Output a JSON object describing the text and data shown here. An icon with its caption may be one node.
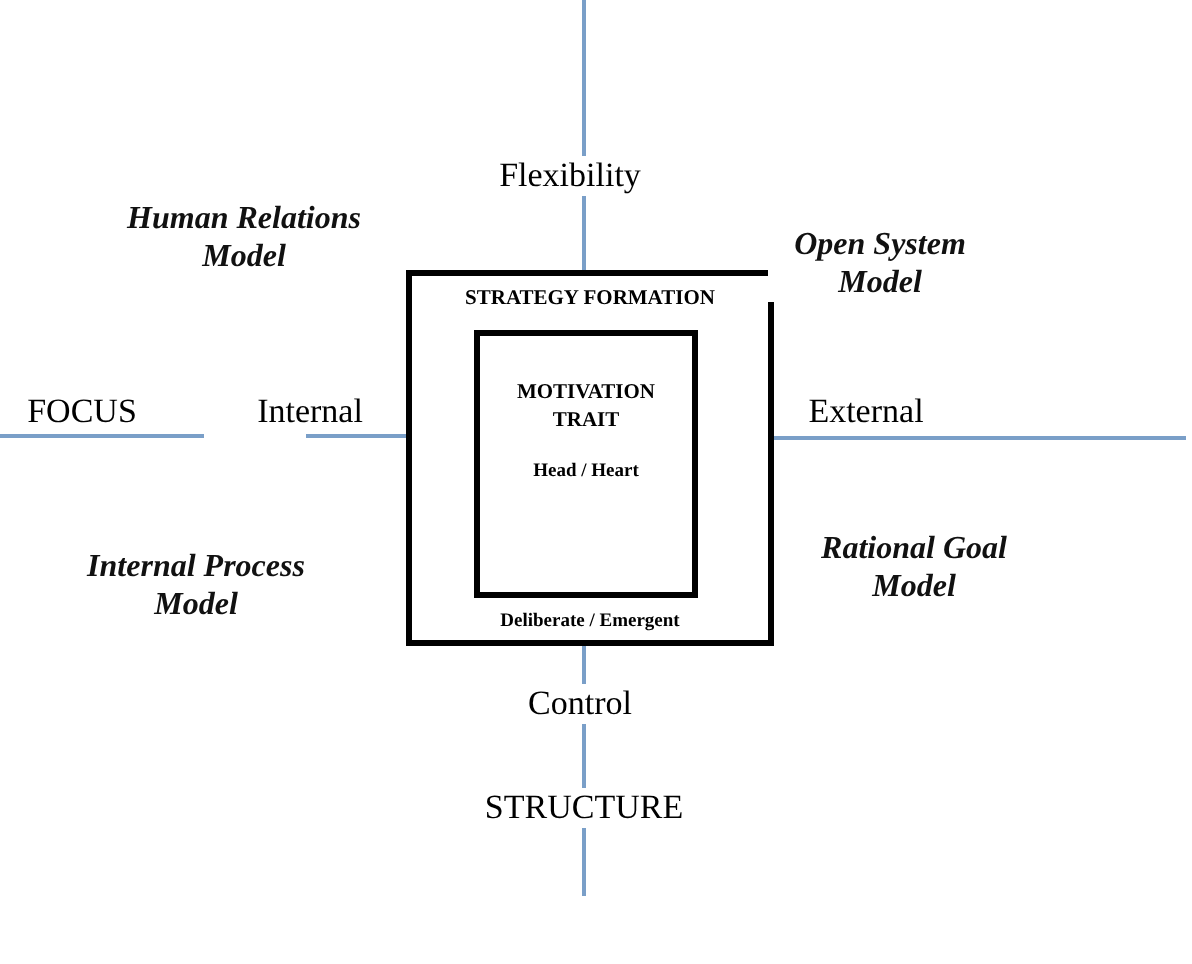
{
  "diagram": {
    "nodes": [
      {
        "text": [
          "STRATEGY FORMATION",
          "Deliberate / Emergent"
        ]
      },
      {
        "text": [
          "MOTIVATION TRAIT",
          "Head / Heart"
        ],
        "in": 0
      }
    ],
    "labels": [
      "Flexibility",
      "Human Relations Model",
      "Open System Model",
      "FOCUS",
      "Internal",
      "External",
      "Internal Process Model",
      "Rational Goal Model",
      "Control",
      "STRUCTURE"
    ]
  }
}
